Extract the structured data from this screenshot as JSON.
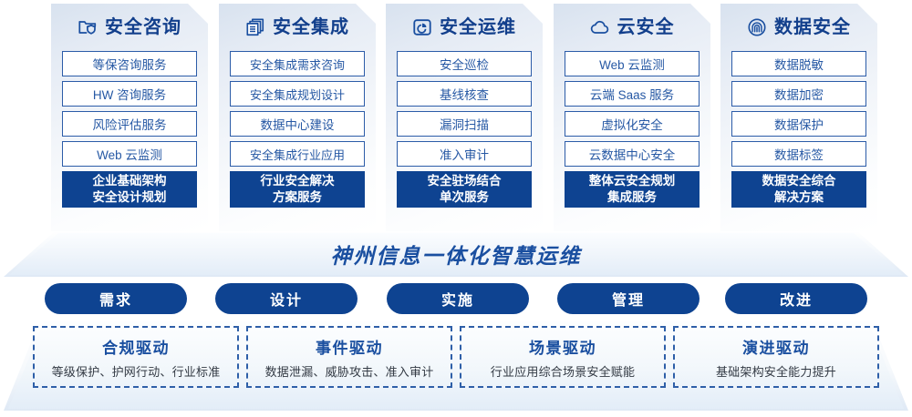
{
  "columns": [
    {
      "icon": "folder-shield-icon",
      "title": "安全咨询",
      "items": [
        "等保咨询服务",
        "HW 咨询服务",
        "风险评估服务",
        "Web 云监测"
      ],
      "highlight_line1": "企业基础架构",
      "highlight_line2": "安全设计规划"
    },
    {
      "icon": "stacked-documents-icon",
      "title": "安全集成",
      "items": [
        "安全集成需求咨询",
        "安全集成规划设计",
        "数据中心建设",
        "安全集成行业应用"
      ],
      "highlight_line1": "行业安全解决",
      "highlight_line2": "方案服务"
    },
    {
      "icon": "dashboard-monitor-icon",
      "title": "安全运维",
      "items": [
        "安全巡检",
        "基线核查",
        "漏洞扫描",
        "准入审计"
      ],
      "highlight_line1": "安全驻场结合",
      "highlight_line2": "单次服务"
    },
    {
      "icon": "cloud-icon",
      "title": "云安全",
      "items": [
        "Web 云监测",
        "云端 Saas 服务",
        "虚拟化安全",
        "云数据中心安全"
      ],
      "highlight_line1": "整体云安全规划",
      "highlight_line2": "集成服务"
    },
    {
      "icon": "fingerprint-icon",
      "title": "数据安全",
      "items": [
        "数据脱敏",
        "数据加密",
        "数据保护",
        "数据标签"
      ],
      "highlight_line1": "数据安全综合",
      "highlight_line2": "解决方案"
    }
  ],
  "banner": {
    "text": "神州信息一体化智慧运维"
  },
  "phases": [
    "需求",
    "设计",
    "实施",
    "管理",
    "改进"
  ],
  "drivers": [
    {
      "title": "合规驱动",
      "subtitle": "等级保护、护网行动、行业标准"
    },
    {
      "title": "事件驱动",
      "subtitle": "数据泄漏、威胁攻击、准入审计"
    },
    {
      "title": "场景驱动",
      "subtitle": "行业应用综合场景安全赋能"
    },
    {
      "title": "演进驱动",
      "subtitle": "基础架构安全能力提升"
    }
  ],
  "colors": {
    "deep_blue": "#0e4391",
    "title_blue": "#123f8c",
    "item_blue": "#2658a4",
    "border_blue": "#2c5ca8",
    "panel_light": "#e6ecf5"
  }
}
